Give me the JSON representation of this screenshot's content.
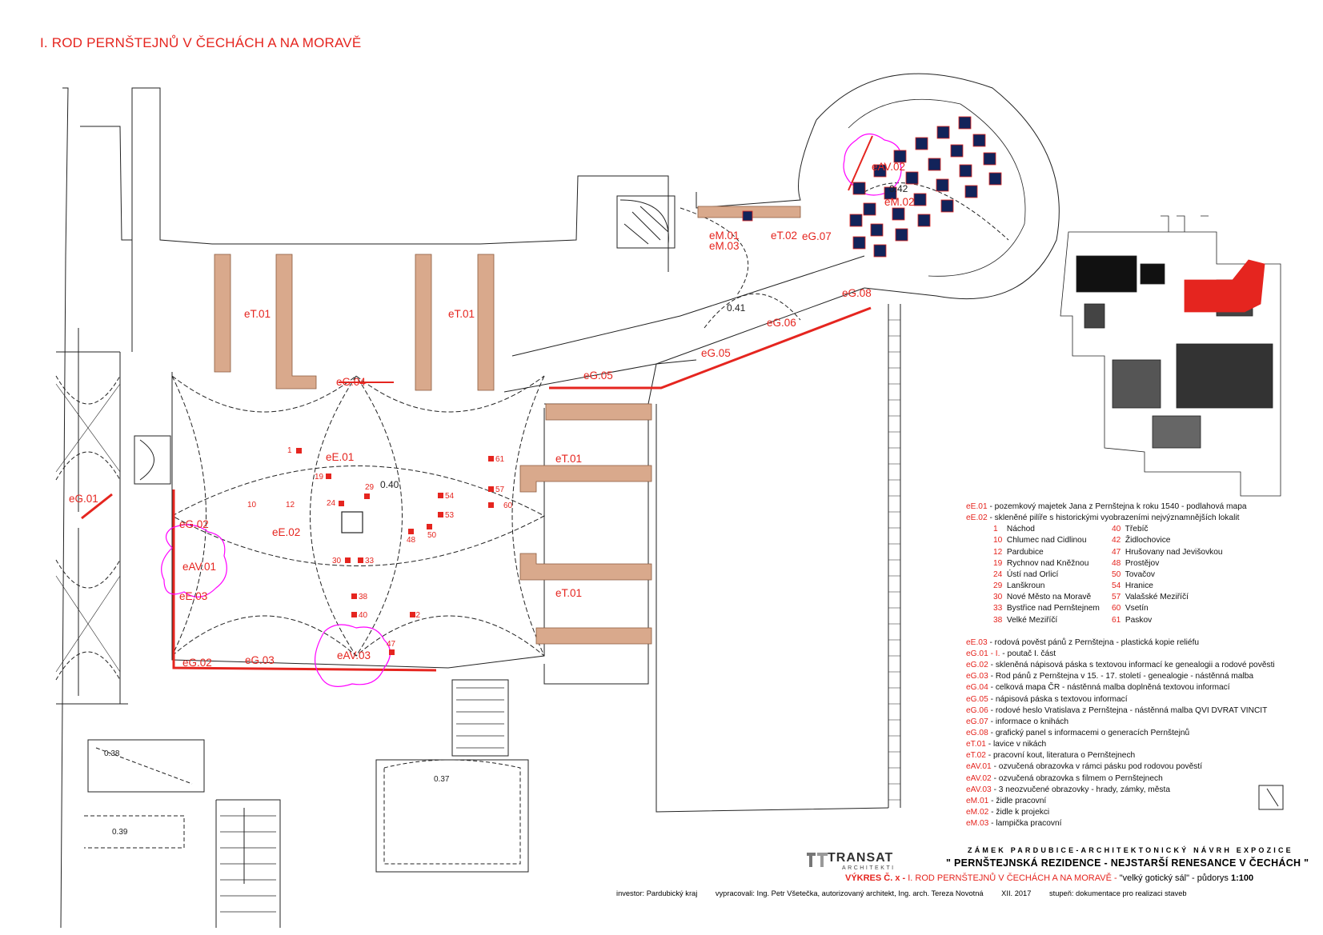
{
  "title": "I. ROD PERNŠTEJNŮ V ČECHÁCH A NA MORAVĚ",
  "colors": {
    "accent_red": "#e5251f",
    "wood": "#d9a98c",
    "seat_blue": "#12235a",
    "screen_magenta": "#ff00ff"
  },
  "plan_labels": {
    "eT01_left": "eT.01",
    "eT01_mid": "eT.01",
    "eT01_right_top": "eT.01",
    "eT01_right_bottom": "eT.01",
    "eG04": "eG.04",
    "eG05": "eG.05",
    "eG06": "eG.06",
    "eG07": "eG.07",
    "eG08": "eG.08",
    "eG05b": "eG.05",
    "eG01": "eG.01",
    "eG02_top": "eG.02",
    "eG02_bottom": "eG.02",
    "eG03": "eG.03",
    "eE01": "eE.01",
    "eE02": "eE.02",
    "eE03": "eE.03",
    "eAV01": "eAV.01",
    "eAV02": "eAV.02",
    "eAV03": "eAV.03",
    "eM01": "eM.01",
    "eM02": "eM.02",
    "eM03": "eM.03",
    "eT02": "eT.02"
  },
  "room_levels": {
    "main_hall": "0.40",
    "corridor": "0.41",
    "round_room": "0.42",
    "room_37": "0.37",
    "room_38": "0.38",
    "room_39": "0.39"
  },
  "map_markers": [
    "1",
    "19",
    "29",
    "24",
    "10",
    "12",
    "61",
    "57",
    "60",
    "54",
    "53",
    "48",
    "50",
    "30",
    "33",
    "38",
    "40",
    "42",
    "47"
  ],
  "legend": {
    "eE01": {
      "code": "eE.01",
      "text": " - pozemkový majetek Jana z Pernštejna k roku 1540 - podlahová mapa"
    },
    "eE02": {
      "code": "eE.02",
      "text": " - skleněné pilíře s historickými vyobrazeními nejvýznamnějších lokalit"
    },
    "locations": [
      {
        "n": "1",
        "name": "Náchod"
      },
      {
        "n": "40",
        "name": "Třebíč"
      },
      {
        "n": "10",
        "name": "Chlumec nad Cidlinou"
      },
      {
        "n": "42",
        "name": "Židlochovice"
      },
      {
        "n": "12",
        "name": "Pardubice"
      },
      {
        "n": "47",
        "name": "Hrušovany nad Jevišovkou"
      },
      {
        "n": "19",
        "name": "Rychnov nad Kněžnou"
      },
      {
        "n": "48",
        "name": "Prostějov"
      },
      {
        "n": "24",
        "name": "Ústí nad Orlicí"
      },
      {
        "n": "50",
        "name": "Tovačov"
      },
      {
        "n": "29",
        "name": "Lanškroun"
      },
      {
        "n": "54",
        "name": "Hranice"
      },
      {
        "n": "30",
        "name": "Nové Město na Moravě"
      },
      {
        "n": "57",
        "name": "Valašské Meziříčí"
      },
      {
        "n": "33",
        "name": "Bystřice nad Pernštejnem"
      },
      {
        "n": "60",
        "name": "Vsetín"
      },
      {
        "n": "38",
        "name": "Velké Meziříčí"
      },
      {
        "n": "61",
        "name": "Paskov"
      }
    ],
    "items": [
      {
        "code": "eE.03",
        "text": " - rodová pověst pánů z Pernštejna - plastická kopie reliéfu"
      },
      {
        "code": "eG.01 - I.",
        "text": " - poutač I. část"
      },
      {
        "code": "eG.02",
        "text": " - skleněná nápisová páska s textovou informací ke genealogii a rodové pověsti"
      },
      {
        "code": "eG.03",
        "text": " - Rod pánů z Pernštejna v 15. - 17. století - genealogie - nástěnná malba"
      },
      {
        "code": "eG.04",
        "text": " - celková mapa ČR - nástěnná malba doplněná textovou informací"
      },
      {
        "code": "eG.05",
        "text": " - nápisová páska s textovou informací"
      },
      {
        "code": "eG.06",
        "text": " - rodové heslo Vratislava z Pernštejna - nástěnná malba QVI DVRAT VINCIT"
      },
      {
        "code": "eG.07",
        "text": " - informace o knihách"
      },
      {
        "code": "eG.08",
        "text": " - grafický panel s informacemi o generacích Pernštejnů"
      },
      {
        "code": "eT.01",
        "text": " - lavice v nikách"
      },
      {
        "code": "eT.02",
        "text": " - pracovní kout, literatura o Pernštejnech"
      },
      {
        "code": "eAV.01",
        "text": " -  ozvučená obrazovka v rámci pásku pod rodovou pověstí"
      },
      {
        "code": "eAV.02",
        "text": " - ozvučená obrazovka s filmem o Pernštejnech"
      },
      {
        "code": "eAV.03",
        "text": " - 3 neozvučené obrazovky - hrady, zámky, města"
      },
      {
        "code": "eM.01",
        "text": " - židle pracovní"
      },
      {
        "code": "eM.02",
        "text": " - židle k projekci"
      },
      {
        "code": "eM.03",
        "text": " - lampička pracovní"
      }
    ]
  },
  "title_block": {
    "logo_text": "TRANSAT",
    "logo_sub": "ARCHITEKTI",
    "company": "ZÁMEK PARDUBICE-ARCHITEKTONICKÝ NÁVRH EXPOZICE",
    "project": "\" PERNŠTEJNSKÁ REZIDENCE - NEJSTARŠÍ RENESANCE V ČECHÁCH \"",
    "drawing_no": "VÝKRES Č. x -",
    "drawing_name": " I. ROD PERNŠTEJNŮ V ČECHÁCH A NA MORAVĚ -",
    "drawing_desc": " \"velký gotický sál\" - půdorys ",
    "scale": "1:100",
    "investor": "investor: Pardubický kraj",
    "authors": "vypracovali:  Ing. Petr Všetečka, autorizovaný architekt, Ing. arch. Tereza Novotná",
    "date": "XII. 2017",
    "stage": "stupeň:  dokumentace pro realizaci staveb"
  }
}
